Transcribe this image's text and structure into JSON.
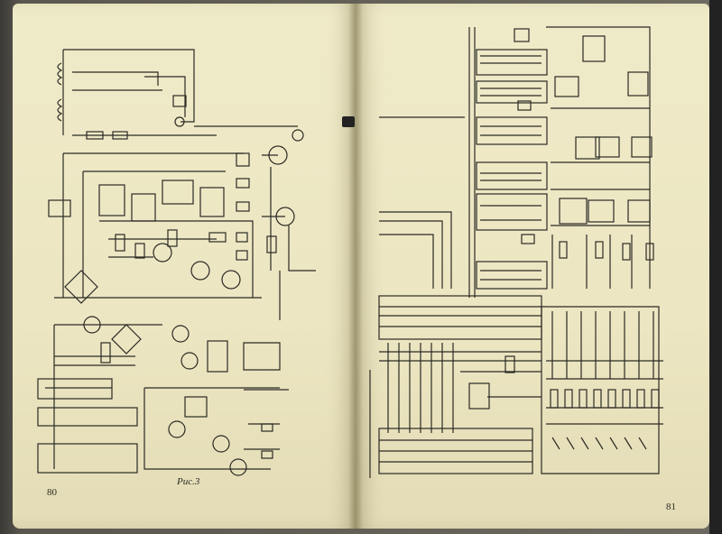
{
  "document": {
    "left_page_number": "80",
    "right_page_number": "81",
    "figure_caption": "Рис.3"
  },
  "colors": {
    "paper": "#ece6c2",
    "ink": "#2b2a24",
    "background": "#5a574e"
  }
}
